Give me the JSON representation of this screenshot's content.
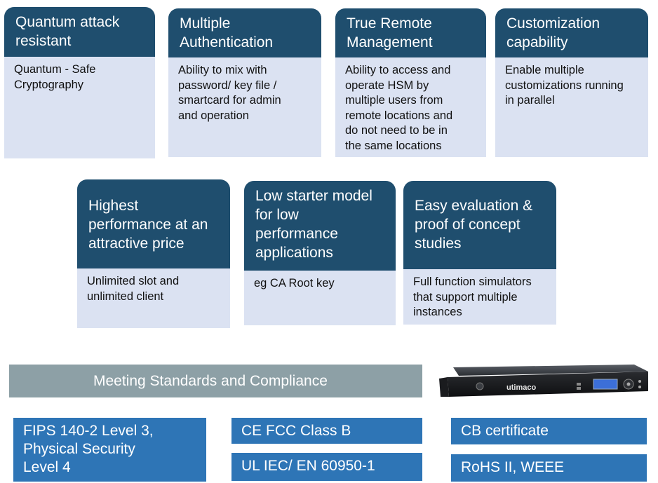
{
  "top_cards": [
    {
      "title": "Quantum attack\nresistant",
      "body": "Quantum - Safe\nCryptography"
    },
    {
      "title": "Multiple\nAuthentication",
      "body": "Ability to mix with\npassword/ key file /\nsmartcard for admin\nand operation"
    },
    {
      "title": "True Remote\nManagement",
      "body": "Ability to access and\noperate HSM by\nmultiple users from\nremote locations and\ndo not need to be in\nthe same locations"
    },
    {
      "title": "Customization\ncapability",
      "body": "Enable multiple\ncustomizations running\nin parallel"
    }
  ],
  "mid_cards": [
    {
      "title": "Highest\nperformance at an\nattractive price",
      "body": "Unlimited slot and\nunlimited client"
    },
    {
      "title": "Low starter model\nfor low\nperformance\napplications",
      "body": "eg CA Root key"
    },
    {
      "title": "Easy evaluation &\nproof of concept\nstudies",
      "body": "Full function simulators\nthat support multiple\ninstances"
    }
  ],
  "standards": {
    "heading": "Meeting Standards and Compliance",
    "items": [
      "FIPS 140-2 Level 3,\nPhysical Security\nLevel 4",
      "CE FCC Class B",
      "UL IEC/ EN 60950-1",
      "CB certificate",
      "RoHS II, WEEE"
    ]
  },
  "device": {
    "brand": "utimaco",
    "icon": "hsm-appliance-icon"
  },
  "colors": {
    "card_header": "#1f4e6e",
    "card_body": "#dbe2f2",
    "standards_bar": "#8da0a6",
    "standard_box": "#2e75b6"
  }
}
